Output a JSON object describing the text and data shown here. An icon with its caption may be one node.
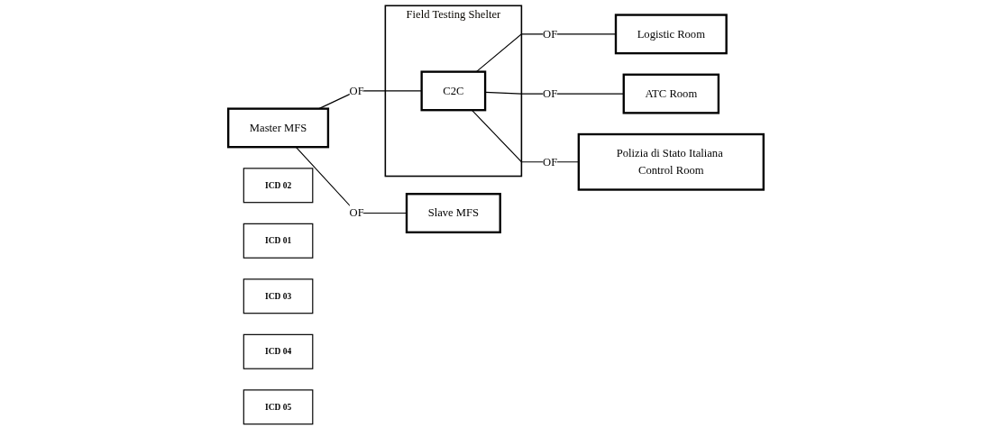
{
  "diagram": {
    "nodes": [
      {
        "text": [
          "Master MFS"
        ]
      },
      {
        "text": [
          "ICD 02"
        ]
      },
      {
        "text": [
          "ICD 01"
        ]
      },
      {
        "text": [
          "Slave MFS"
        ]
      },
      {
        "text": [
          "Field Testing Shelter"
        ]
      },
      {
        "text": [
          "C2C"
        ],
        "in": 4
      },
      {
        "text": [
          "Logistic Room"
        ]
      },
      {
        "text": [
          "ICD 03"
        ]
      },
      {
        "text": [
          "ATC Room"
        ]
      },
      {
        "text": [
          "ICD 04"
        ]
      },
      {
        "text": [
          "Polizia di Stato Italiana Control Room"
        ]
      },
      {
        "text": [
          "ICD 05"
        ]
      }
    ],
    "edges": [
      {
        "from": 0,
        "to": 3,
        "arrow": "none",
        "label": "OF"
      },
      {
        "from": 0,
        "to": 5,
        "arrow": "none",
        "label": "OF"
      },
      {
        "from": 5,
        "to": 6,
        "arrow": "none",
        "label": "OF"
      },
      {
        "from": 5,
        "to": 8,
        "arrow": "none",
        "label": "OF"
      },
      {
        "from": 5,
        "to": 10,
        "arrow": "none",
        "label": "OF"
      }
    ]
  }
}
